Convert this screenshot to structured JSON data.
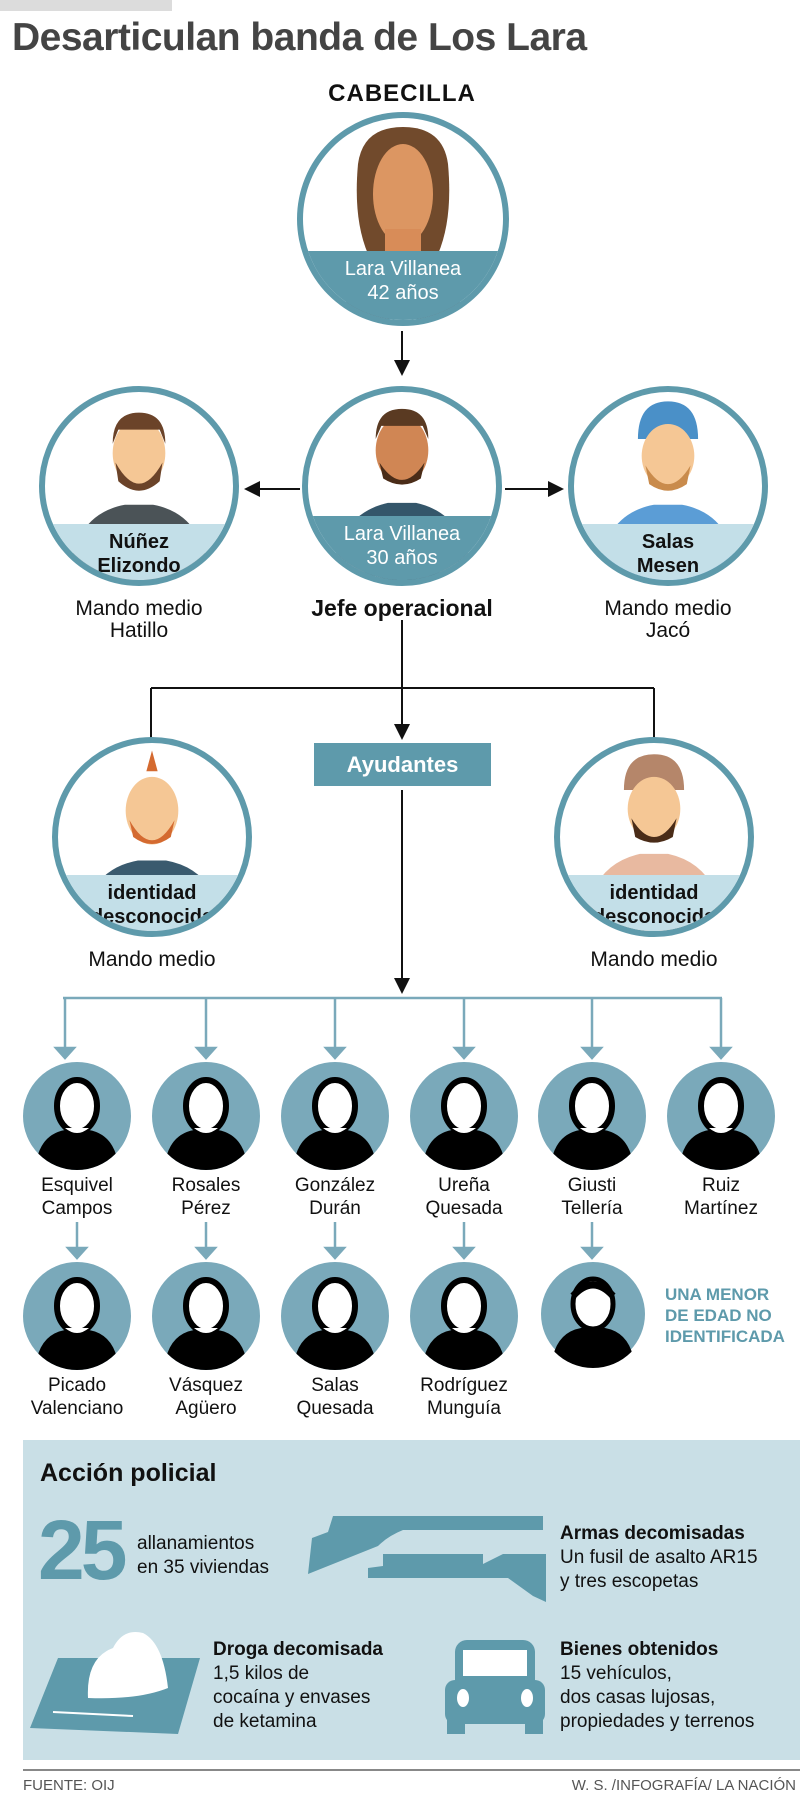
{
  "title": "Desarticulan banda de Los Lara",
  "leader": {
    "heading": "CABECILLA",
    "name": "Lara Villanea",
    "age": "42 años"
  },
  "second_row": {
    "left": {
      "name1": "Núñez",
      "name2": "Elizondo",
      "role1": "Mando medio",
      "role2": "Hatillo"
    },
    "center": {
      "name": "Lara Villanea",
      "age": "30 años",
      "role": "Jefe operacional"
    },
    "right": {
      "name1": "Salas",
      "name2": "Mesen",
      "role1": "Mando medio",
      "role2": "Jacó"
    }
  },
  "helpers_label": "Ayudantes",
  "third_row": {
    "left": {
      "name1": "identidad",
      "name2": "desconocida",
      "role": "Mando medio"
    },
    "right": {
      "name1": "identidad",
      "name2": "desconocida",
      "role": "Mando medio"
    }
  },
  "members_top": [
    [
      "Esquivel",
      "Campos"
    ],
    [
      "Rosales",
      "Pérez"
    ],
    [
      "González",
      "Durán"
    ],
    [
      "Ureña",
      "Quesada"
    ],
    [
      "Giusti",
      "Tellería"
    ],
    [
      "Ruiz",
      "Martínez"
    ]
  ],
  "members_bottom": [
    [
      "Picado",
      "Valenciano"
    ],
    [
      "Vásquez",
      "Agüero"
    ],
    [
      "Salas",
      "Quesada"
    ],
    [
      "Rodríguez",
      "Munguía"
    ]
  ],
  "minor": [
    "UNA MENOR",
    "DE EDAD NO",
    "IDENTIFICADA"
  ],
  "police": {
    "heading": "Acción policial",
    "raids_number": "25",
    "raids_l1": "allanamientos",
    "raids_l2": "en 35 viviendas",
    "arms_title": "Armas decomisadas",
    "arms_l1": "Un fusil de asalto AR15",
    "arms_l2": "y tres escopetas",
    "drug_title": "Droga decomisada",
    "drug_l1": "1,5 kilos de",
    "drug_l2": "cocaína y envases",
    "drug_l3": "de ketamina",
    "assets_title": "Bienes obtenidos",
    "assets_l1": "15 vehículos,",
    "assets_l2": "dos casas lujosas,",
    "assets_l3": "propiedades y terrenos"
  },
  "footer": {
    "source": "FUENTE: OIJ",
    "credit": "W. S. /INFOGRAFÍA/ LA NACIÓN"
  },
  "colors": {
    "teal": "#5e9aab",
    "light": "#c3dfe8",
    "panel": "#c9dfe6"
  }
}
